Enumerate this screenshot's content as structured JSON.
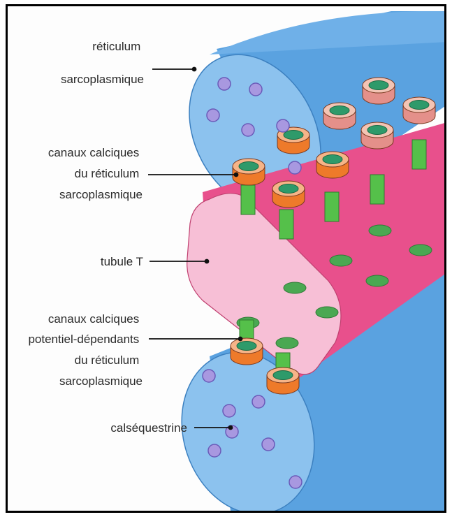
{
  "labels": {
    "reticulum": [
      "réticulum",
      "sarcoplasmique"
    ],
    "canaux_reticulum": [
      "canaux calciques",
      "du réticulum",
      "sarcoplasmique"
    ],
    "tubule": [
      "tubule T"
    ],
    "canaux_potentiel": [
      "canaux calciques",
      "potentiel-dépendants",
      "du réticulum",
      "sarcoplasmique"
    ],
    "calsequestrine": [
      "calséquestrine"
    ]
  },
  "colors": {
    "sr_blue": "#5aa2e0",
    "sr_face": "#8cc2ee",
    "tubule_pink": "#e8508c",
    "tubule_face": "#f7bfd6",
    "channel_orange": "#ee7a2a",
    "channel_salmon": "#e4908a",
    "channel_green": "#2e9a6a",
    "stalk_green": "#55c04a",
    "calsequestrin_purple": "#a898e0"
  }
}
